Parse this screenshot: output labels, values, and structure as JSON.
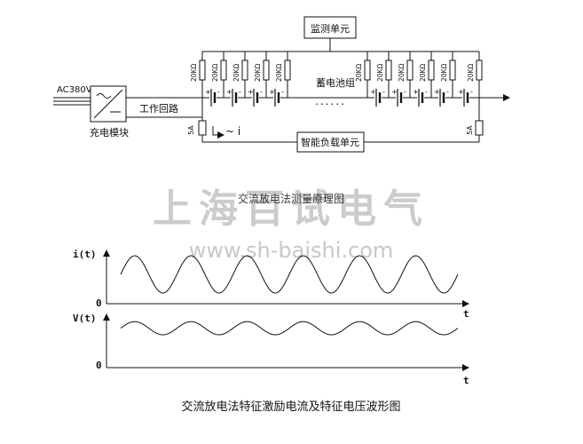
{
  "circuit": {
    "input_label": "AC380V",
    "charger_label": "充电模块",
    "loop_label": "工作回路",
    "monitor_label": "监测单元",
    "battery_label": "蓄电池组",
    "load_label": "智能负载单元",
    "current_symbol": "~ i",
    "resistor_label": "20KΩ",
    "fuse_label": "5A",
    "dots": "......",
    "plus": "+",
    "minus": "-"
  },
  "overlay": {
    "sub_caption": "交流放电法测量原理图",
    "watermark_name": "上海百试电气",
    "watermark_url": "www.sh-baishi.com"
  },
  "chart_data": [
    {
      "type": "line",
      "ylabel": "i(t)",
      "xlabel": "t",
      "origin_label": "0",
      "series": [
        {
          "shape": "sine",
          "cycles": 6,
          "mean": 0.55,
          "amplitude": 0.35
        }
      ]
    },
    {
      "type": "line",
      "ylabel": "V(t)",
      "xlabel": "t",
      "origin_label": "0",
      "series": [
        {
          "shape": "sine",
          "cycles": 6,
          "mean": 0.6,
          "amplitude": 0.1
        }
      ]
    }
  ],
  "caption": "交流放电法特征激励电流及特征电压波形图"
}
